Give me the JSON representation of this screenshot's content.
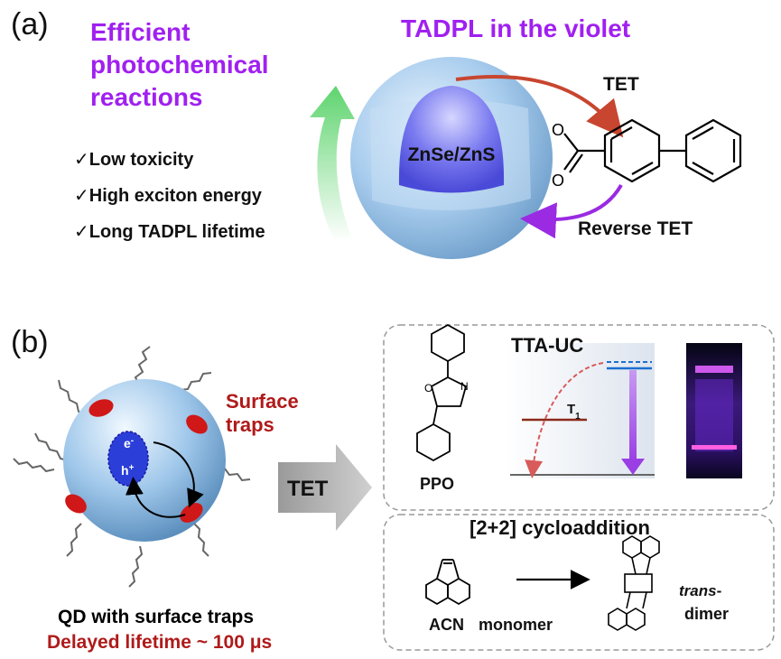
{
  "panel_a": {
    "letter": "(a)",
    "heading_left_lines": [
      "Efficient",
      "photochemical",
      "reactions"
    ],
    "heading_right": "TADPL in the violet",
    "checklist": [
      "Low toxicity",
      "High exciton energy",
      "Long TADPL lifetime"
    ],
    "check_mark": "✓",
    "core_label": "ZnSe/ZnS",
    "tet_label": "TET",
    "reverse_tet_label": "Reverse TET"
  },
  "panel_b": {
    "letter": "(b)",
    "surface_traps_lines": [
      "Surface",
      "traps"
    ],
    "electron_label": "e",
    "electron_sup": "-",
    "hole_label": "h",
    "hole_sup": "+",
    "qd_caption": "QD with surface traps",
    "lifetime_caption": "Delayed lifetime ~ 100 μs",
    "tet_arrow_label": "TET",
    "ttauc_title": "TTA-UC",
    "ppo_label": "PPO",
    "t1_label": "T",
    "t1_sub": "1",
    "cyclo_title": "[2+2] cycloaddition",
    "acn_label": "ACN",
    "monomer_label": "monomer",
    "trans_label": "trans",
    "trans_dash": "-",
    "dimer_label": "dimer"
  },
  "colors": {
    "purple": "#a020f0",
    "dark_red": "#b01a1a",
    "tet_arrow": "#c8452f",
    "reverse_arrow": "#9a2be2",
    "green_arrow": "#7fe08a",
    "shell_blue": "#9fc7ea",
    "core_blue": "#6e6ee8",
    "trap_red": "#d01818"
  }
}
